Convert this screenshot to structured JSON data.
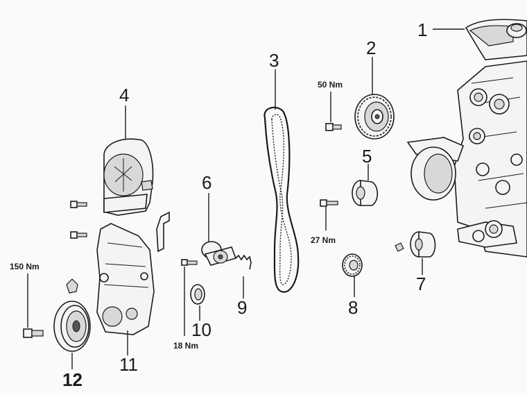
{
  "callouts": {
    "c1": "1",
    "c2": "2",
    "c3": "3",
    "c4": "4",
    "c5": "5",
    "c6": "6",
    "c7": "7",
    "c8": "8",
    "c9": "9",
    "c10": "10",
    "c11": "11",
    "c12": "12"
  },
  "torques": {
    "t50": "50 Nm",
    "t27": "27 Nm",
    "t150": "150 Nm",
    "t18": "18 Nm"
  }
}
